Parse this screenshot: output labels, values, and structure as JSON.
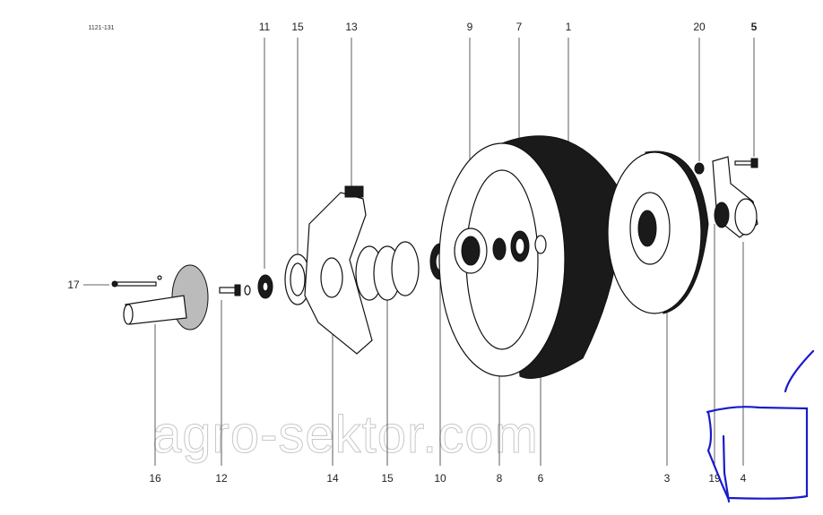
{
  "drawing_ref": "1121-131",
  "watermark": "agro-sektor.com",
  "callouts_top": [
    "11",
    "15",
    "13",
    "9",
    "7",
    "1",
    "20",
    "5"
  ],
  "callouts_bottom": [
    "16",
    "12",
    "14",
    "15",
    "10",
    "8",
    "6",
    "3",
    "19",
    "4"
  ],
  "callout_left": "17",
  "annotation_color": "#1a1acc"
}
